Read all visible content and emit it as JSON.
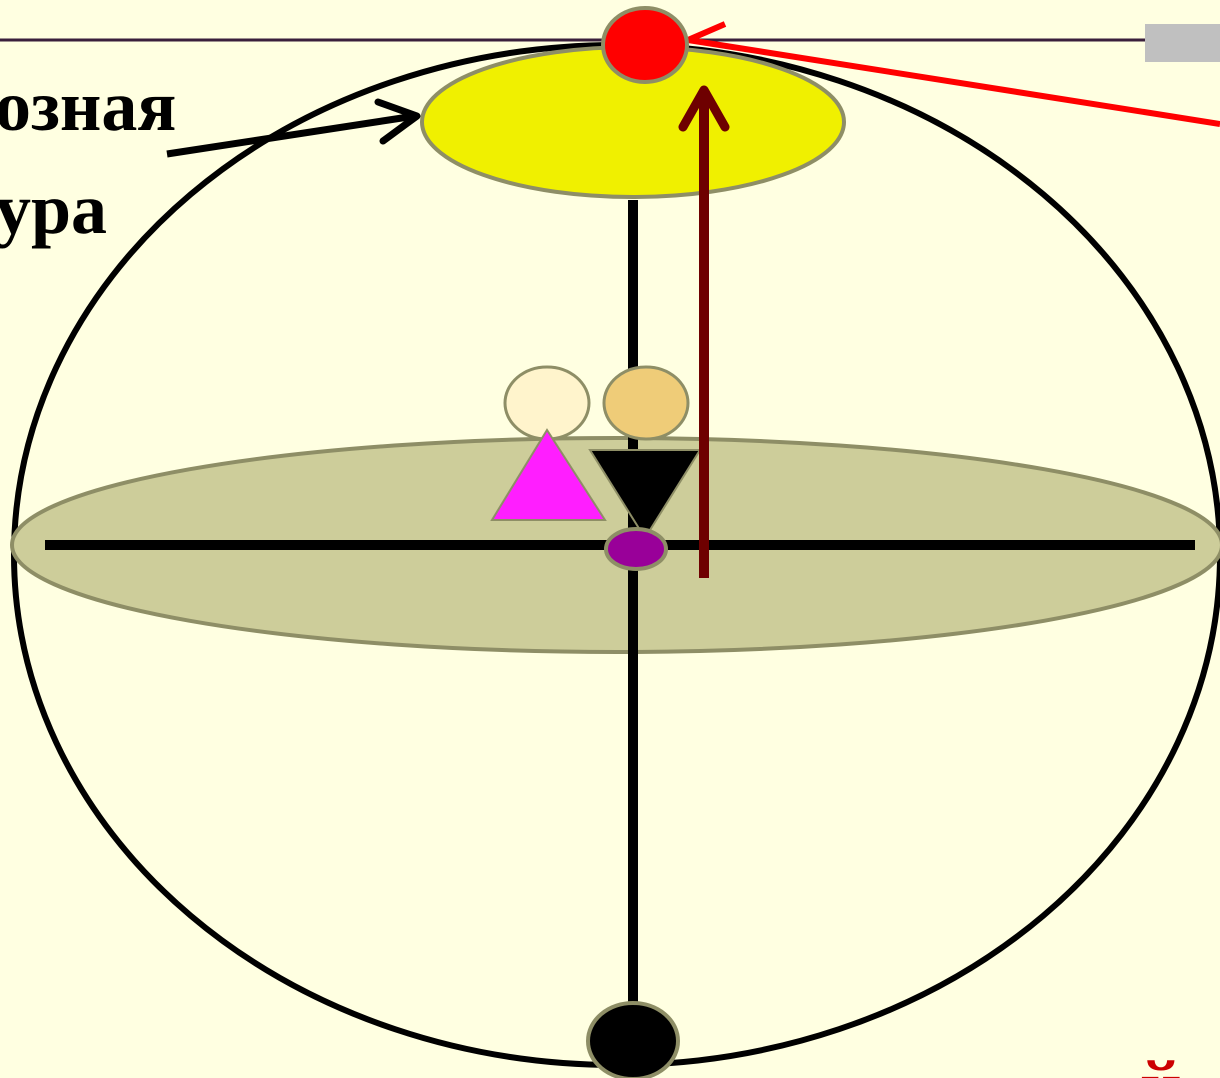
{
  "labels": {
    "upper_line": "озная",
    "lower_line": "ура",
    "bottom_fragment": "й"
  },
  "colors": {
    "background": "#FFFFE1",
    "top_rule": "#3A1F3C",
    "rule_block": "#C0C0C0",
    "outline": "#000000",
    "yellow_disc": "#F0F000",
    "yellow_disc_border": "#8E8E66",
    "equator_disc": "#CDCD9A",
    "equator_disc_border": "#8E8E66",
    "top_point": "#FF0000",
    "red_ray": "#FF0000",
    "dark_red_arrow": "#6E0000",
    "light_circle": "#FFF4CC",
    "tan_circle": "#EFCC78",
    "magenta_triangle": "#FF1EFF",
    "center_point": "#990099",
    "bottom_point": "#000000",
    "bottom_fragment": "#CC0000"
  },
  "icons": {
    "label_pointer": "arrow-right-icon",
    "vertical_pointer": "arrow-up-icon",
    "up_triangle": "triangle-up-icon",
    "down_triangle": "triangle-down-icon"
  }
}
